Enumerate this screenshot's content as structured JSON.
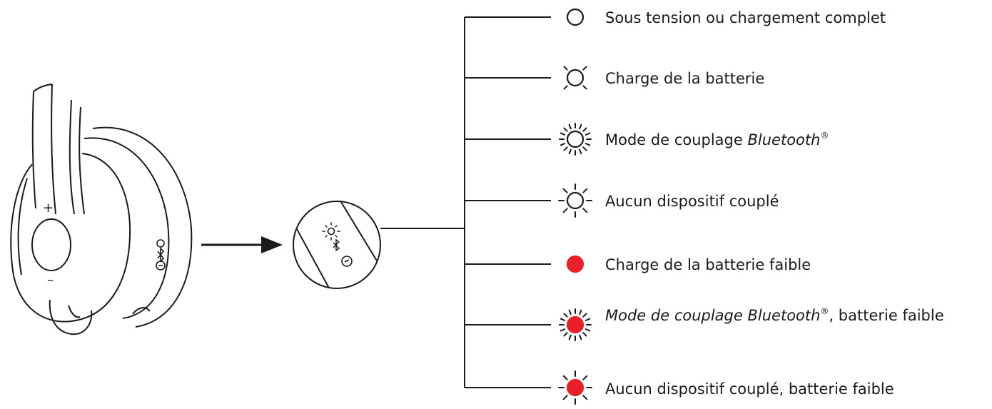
{
  "colors": {
    "line": "#1a1a1a",
    "led_off": "#ffffff",
    "led_red": "#e8202a"
  },
  "led_states": [
    {
      "label": "Sous tension ou chargement complet",
      "led_color": "white",
      "light_pattern": "steady"
    },
    {
      "label": "Charge de la batterie",
      "led_color": "white",
      "light_pattern": "breathing"
    },
    {
      "label_prefix": "Mode de couplage ",
      "label_brand": "Bluetooth",
      "label_mark": "®",
      "label_suffix": "",
      "led_color": "white",
      "light_pattern": "fast-blink"
    },
    {
      "label": "Aucun dispositif couplé",
      "led_color": "white",
      "light_pattern": "slow-blink"
    },
    {
      "label": "Charge de la batterie faible",
      "led_color": "red",
      "light_pattern": "steady"
    },
    {
      "label_prefix": "Mode de couplage ",
      "label_brand": "Bluetooth",
      "label_mark": "®",
      "label_suffix": ", batterie faible",
      "led_color": "red",
      "light_pattern": "fast-blink"
    },
    {
      "label": "Aucun dispositif couplé, batterie faible",
      "led_color": "red",
      "light_pattern": "slow-blink"
    }
  ],
  "headset": {
    "plus_label": "+",
    "minus_label": "–"
  },
  "icons": [
    "headset-illustration",
    "arrow-right-icon",
    "magnified-led-panel",
    "led-status-icon",
    "bluetooth-icon",
    "power-icon"
  ]
}
